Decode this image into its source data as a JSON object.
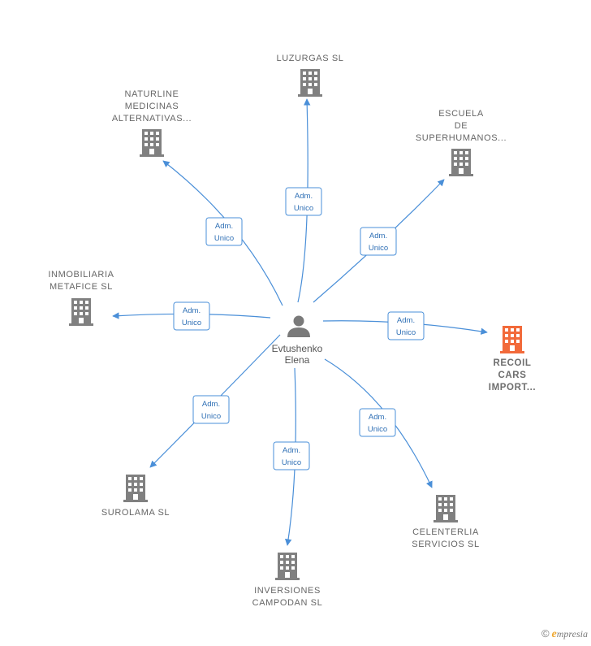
{
  "center": {
    "name_lines": [
      "Evtushenko",
      "Elena"
    ],
    "icon": "person-icon"
  },
  "companies": [
    {
      "id": "luzurgas",
      "lines": [
        "LUZURGAS  SL"
      ],
      "role_lines": [
        "Adm.",
        "Unico"
      ],
      "highlight": false
    },
    {
      "id": "naturline",
      "lines": [
        "NATURLINE",
        "MEDICINAS",
        "ALTERNATIVAS..."
      ],
      "role_lines": [
        "Adm.",
        "Unico"
      ],
      "highlight": false
    },
    {
      "id": "escuela",
      "lines": [
        "ESCUELA",
        "DE",
        "SUPERHUMANOS..."
      ],
      "role_lines": [
        "Adm.",
        "Unico"
      ],
      "highlight": false
    },
    {
      "id": "inmobiliaria",
      "lines": [
        "INMOBILIARIA",
        "METAFICE  SL"
      ],
      "role_lines": [
        "Adm.",
        "Unico"
      ],
      "highlight": false
    },
    {
      "id": "recoil",
      "lines": [
        "RECOIL",
        "CARS",
        "IMPORT..."
      ],
      "role_lines": [
        "Adm.",
        "Unico"
      ],
      "highlight": true
    },
    {
      "id": "surolama",
      "lines": [
        "SUROLAMA  SL"
      ],
      "role_lines": [
        "Adm.",
        "Unico"
      ],
      "highlight": false
    },
    {
      "id": "celenterlia",
      "lines": [
        "CELENTERLIA",
        "SERVICIOS  SL"
      ],
      "role_lines": [
        "Adm.",
        "Unico"
      ],
      "highlight": false
    },
    {
      "id": "inversiones",
      "lines": [
        "INVERSIONES",
        "CAMPODAN  SL"
      ],
      "role_lines": [
        "Adm.",
        "Unico"
      ],
      "highlight": false
    }
  ],
  "colors": {
    "edge": "#4a8fd8",
    "building": "#808080",
    "highlight_building": "#f26a3a",
    "person": "#7a7a7a"
  },
  "footer": {
    "copyright_symbol": "©",
    "brand_initial": "e",
    "brand_rest": "mpresia"
  }
}
